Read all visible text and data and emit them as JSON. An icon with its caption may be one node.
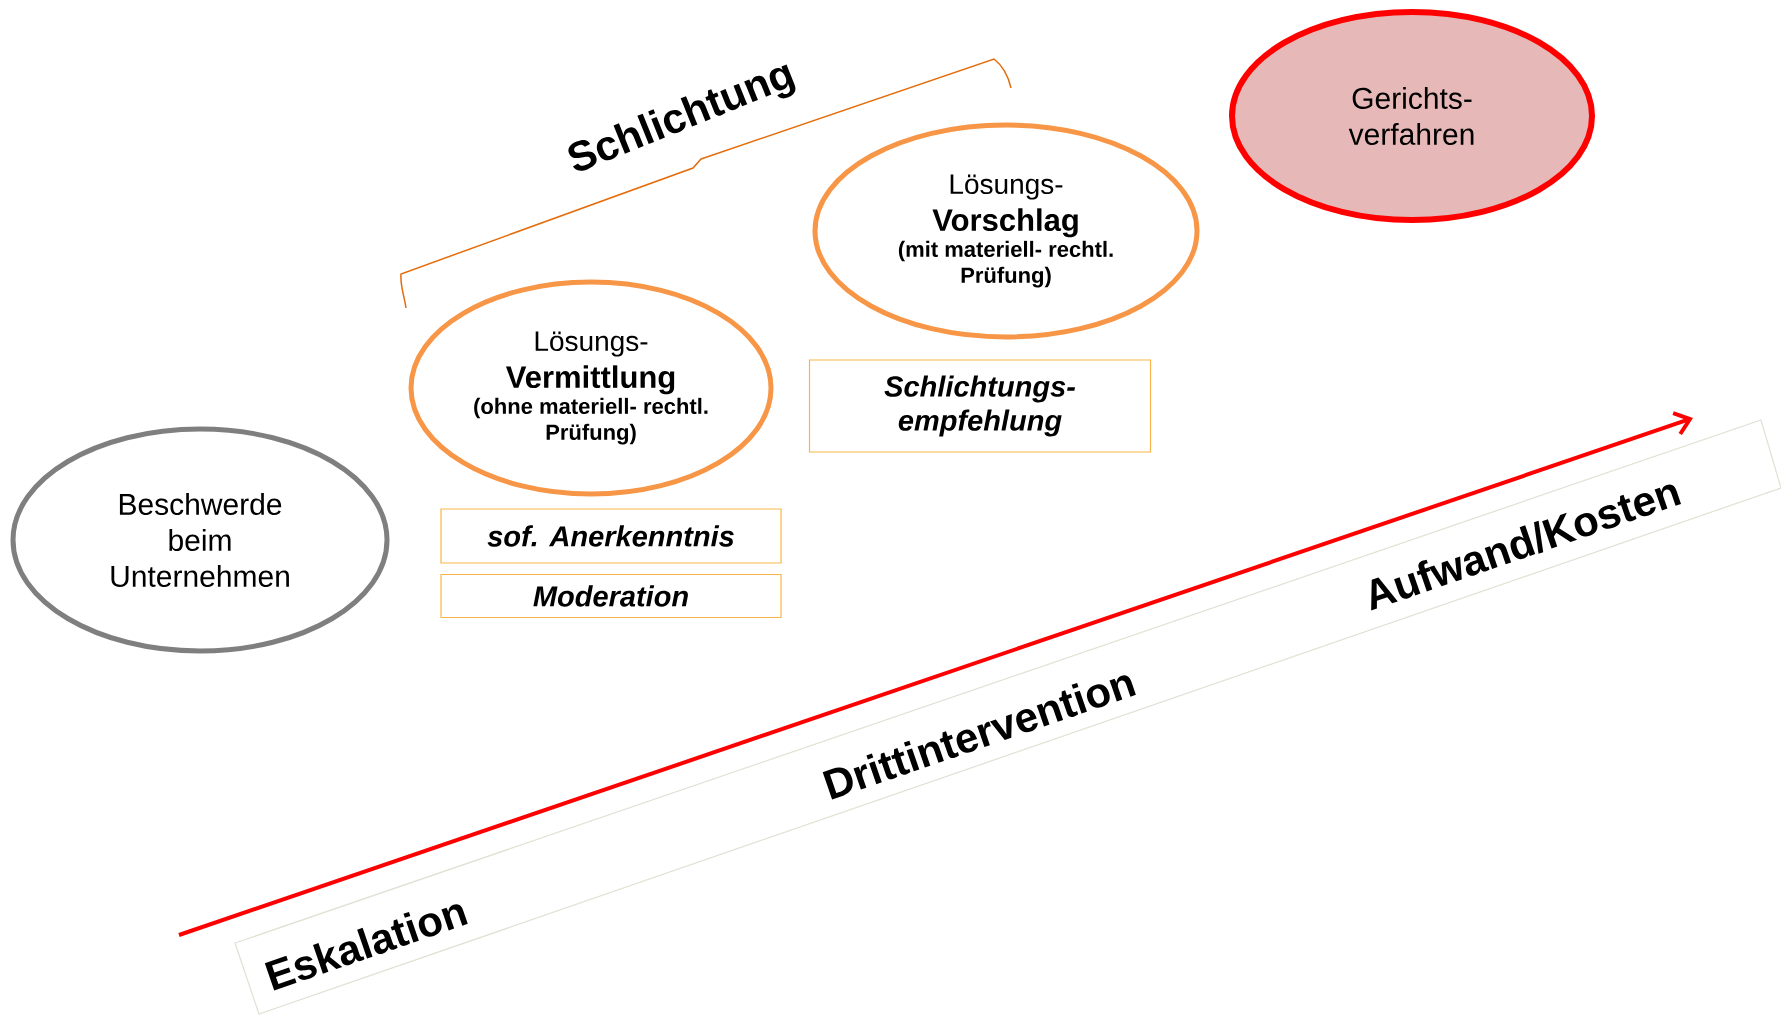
{
  "diagram": {
    "nodes": [
      {
        "text": [
          "Beschwerde beim Unternehmen"
        ]
      },
      {
        "text": [
          "Lösungs-",
          "Vermittlung",
          "(ohne materiell- rechtl. Prüfung)"
        ]
      },
      {
        "text": [
          "Lösungs-",
          "Vorschlag",
          "(mit materiell- rechtl. Prüfung)"
        ]
      },
      {
        "text": [
          "Gerichts- verfahren"
        ]
      },
      {
        "text": [
          "sof. Anerkenntnis"
        ]
      },
      {
        "text": [
          "Moderation"
        ]
      },
      {
        "text": [
          "Schlichtungs- empfehlung"
        ]
      }
    ],
    "edges": [],
    "labels": [
      "Schlichtung",
      "Aufwand/Kosten",
      "Drittintervention",
      "Eskalation"
    ]
  }
}
